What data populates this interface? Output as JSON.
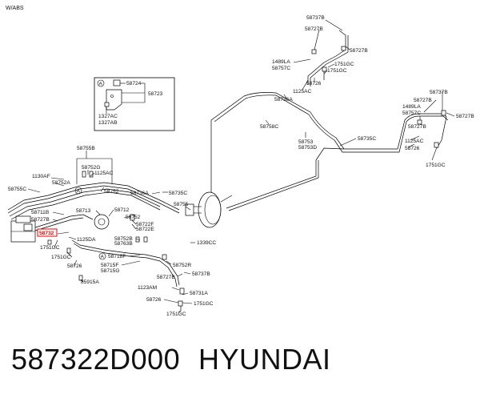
{
  "header": {
    "variant": "W/ABS"
  },
  "detail_box": {
    "circle_letter": "A",
    "labels": [
      "58724",
      "58723",
      "1327AC",
      "1327AB"
    ]
  },
  "callouts": {
    "c58737B_a": "58737B",
    "c58727B_a": "58727B",
    "c58727B_b": "58727B",
    "c1489LA_a": "1489LA",
    "c58757C_a": "58757C",
    "c1751GC_a": "1751GC",
    "c1751GC_b": "1751GC",
    "c58726_a": "58726",
    "c1125AC_a": "1125AC",
    "c58736A": "58736A",
    "c58758C": "58758C",
    "c58753": "58753",
    "c58753D": "58753D",
    "c58735C": "58735C",
    "c58737B_r": "58737B",
    "c58727B_r1": "58727B",
    "c1489LA_r": "1489LA",
    "c58757C_r": "58757C",
    "c58727B_r2": "58727B",
    "c58727B_r3": "58727B",
    "c1125AC_r": "1125AC",
    "c58726_r": "58726",
    "c1751GC_r": "1751GC",
    "c58755B": "58755B",
    "c58752G": "58752G",
    "c1125AC_m": "1125AC",
    "c58752_m": "58752",
    "c1130AF": "1130AF",
    "c58752A": "58752A",
    "c58755C": "58755C",
    "c58711B": "58711B",
    "c58727B_l": "58727B",
    "c58713": "58713",
    "c58712": "58712",
    "c58752_m2": "58752",
    "c58722F": "58722F",
    "c58722E": "58722E",
    "c58732": "58732",
    "c1125DA": "1125DA",
    "c1751GC_l1": "1751GC",
    "c1751GC_l2": "1751GC",
    "c58726_l": "58726",
    "c85915A": "85915A",
    "c58752B": "58752B",
    "c58763B": "58763B",
    "c58736A_m": "58736A",
    "c58735C_m": "58735C",
    "c58755": "58755",
    "c1339CC": "1339CC",
    "c58718F": "58718F",
    "c58715F": "58715F",
    "c58715G": "58715G",
    "c58752R": "58752R",
    "c58727B_b2": "58727B",
    "c58737B_b": "58737B",
    "c1123AM": "1123AM",
    "c58731A": "58731A",
    "c58726_b": "58726",
    "c1751GC_b1": "1751GC",
    "c1751GC_b2": "1751GC",
    "circleA_1": "A",
    "circleA_2": "A"
  },
  "highlighted_part": "58732",
  "footer": {
    "part_number": "587322D000",
    "brand": "HYUNDAI"
  }
}
